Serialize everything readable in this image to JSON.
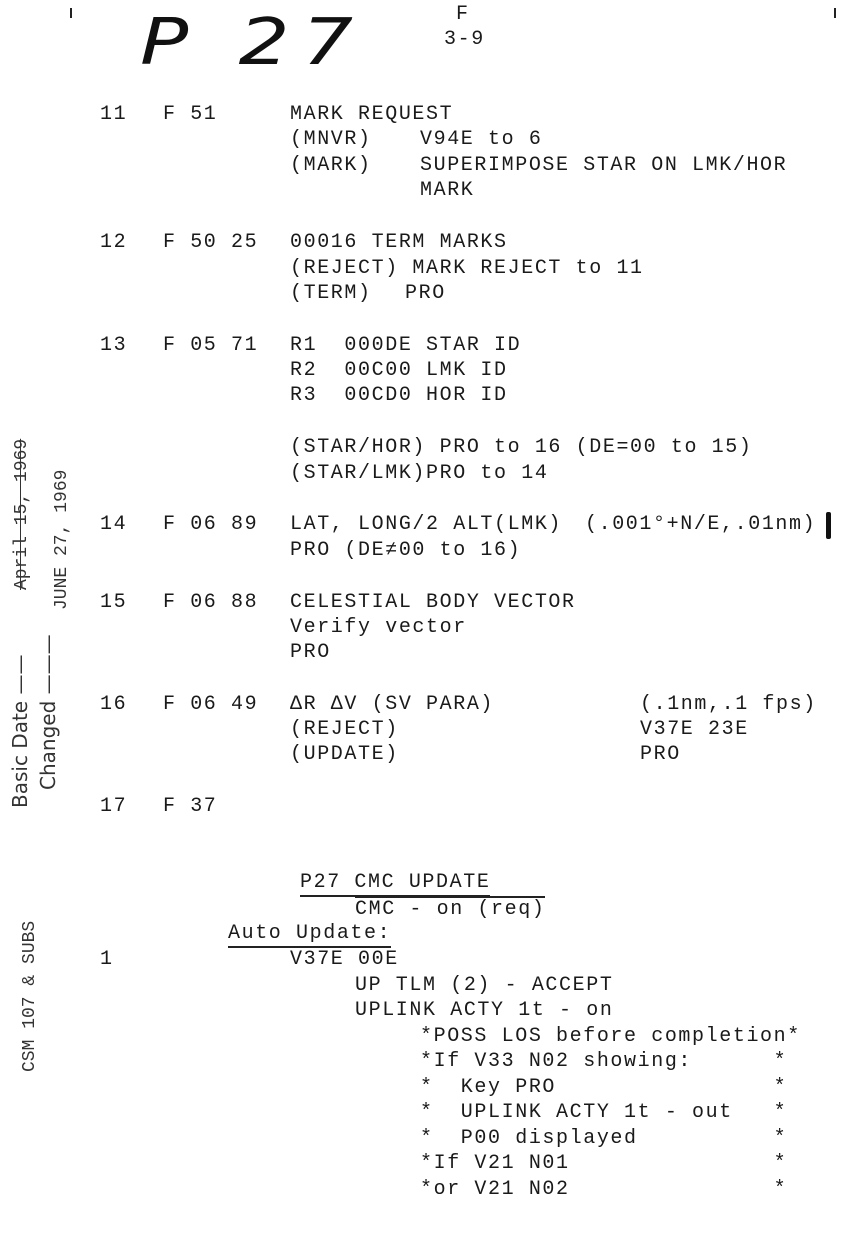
{
  "header": {
    "handwritten_program": "P 27",
    "section": "F",
    "page": "3-9"
  },
  "margin": {
    "basic_date_label": "Basic Date ——",
    "basic_date": "April 15, 1969",
    "changed_label": "Changed ———",
    "changed_date": "JUNE 27, 1969",
    "vehicle": "CSM 107 & SUBS"
  },
  "steps": [
    {
      "number": "11",
      "flag": "F 51",
      "lines": [
        [
          "MARK REQUEST"
        ],
        [
          "(MNVR)",
          "V94E to 6"
        ],
        [
          "(MARK)",
          "SUPERIMPOSE STAR ON LMK/HOR"
        ],
        [
          "",
          "MARK"
        ]
      ]
    },
    {
      "number": "12",
      "flag": "F 50 25",
      "lines": [
        [
          "00016 TERM MARKS"
        ],
        [
          "(REJECT) MARK REJECT to 11"
        ],
        [
          "(TERM)",
          "PRO"
        ]
      ]
    },
    {
      "number": "13",
      "flag": "F 05 71",
      "lines": [
        [
          "R1  000DE STAR ID"
        ],
        [
          "R2  00C00 LMK ID"
        ],
        [
          "R3  00CD0 HOR ID"
        ],
        [
          "(STAR/HOR) PRO to 16 (DE=00 to 15)"
        ],
        [
          "(STAR/LMK)PRO to 14"
        ]
      ]
    },
    {
      "number": "14",
      "flag": "F 06 89",
      "lines": [
        [
          "LAT, LONG/2 ALT(LMK)",
          "(.001°+N/E,.01nm)"
        ],
        [
          "PRO (DE≠00 to 16)"
        ]
      ]
    },
    {
      "number": "15",
      "flag": "F 06 88",
      "lines": [
        [
          "CELESTIAL BODY VECTOR"
        ],
        [
          "Verify vector"
        ],
        [
          "PRO"
        ]
      ]
    },
    {
      "number": "16",
      "flag": "F 06 49",
      "lines": [
        [
          "ΔR ΔV (SV PARA)",
          "(.1nm,.1 fps)"
        ],
        [
          "(REJECT)",
          "V37E 23E"
        ],
        [
          "(UPDATE)",
          "PRO"
        ]
      ]
    },
    {
      "number": "17",
      "flag": "F 37",
      "lines": []
    }
  ],
  "update": {
    "title": "P27 CMC UPDATE",
    "cmc": "CMC - on (req)",
    "auto_label": "Auto Update:",
    "step": "1",
    "lines": [
      "V37E 00E",
      "UP TLM (2) - ACCEPT",
      "UPLINK ACTY 1t - on",
      "*POSS LOS before completion*",
      "*If V33 N02 showing:      *",
      "*  Key PRO                *",
      "*  UPLINK ACTY 1t - out   *",
      "*  P00 displayed          *",
      "*If V21 N01               *",
      "*or V21 N02               *"
    ]
  }
}
